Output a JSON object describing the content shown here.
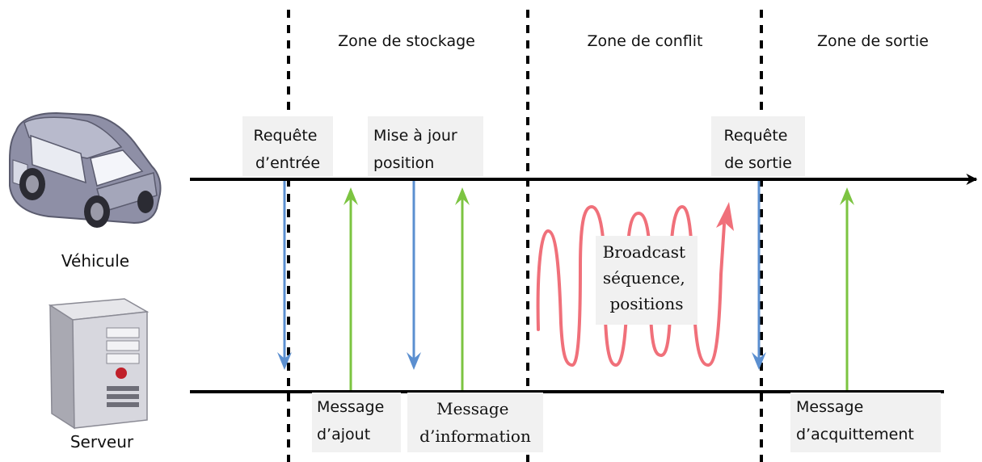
{
  "zones": {
    "storage": "Zone de stockage",
    "conflict": "Zone de conflit",
    "exit": "Zone de sortie"
  },
  "entities": {
    "vehicle": "Véhicule",
    "server": "Serveur"
  },
  "vehicle_requests": {
    "entry": [
      "Requête",
      "d’entrée"
    ],
    "position_update": [
      "Mise à jour",
      "position"
    ],
    "exit": [
      "Requête",
      "de sortie"
    ]
  },
  "server_messages": {
    "add": [
      "Message",
      "d’ajout"
    ],
    "information": [
      "Message",
      "d’information"
    ],
    "ack": [
      "Message",
      "d’acquittement"
    ]
  },
  "broadcast": [
    "Broadcast",
    "séquence,",
    "positions"
  ],
  "colors": {
    "request_arrow": "#5b8fd0",
    "response_arrow": "#7cc441",
    "broadcast_wave": "#f0707a",
    "timeline": "#000000"
  }
}
